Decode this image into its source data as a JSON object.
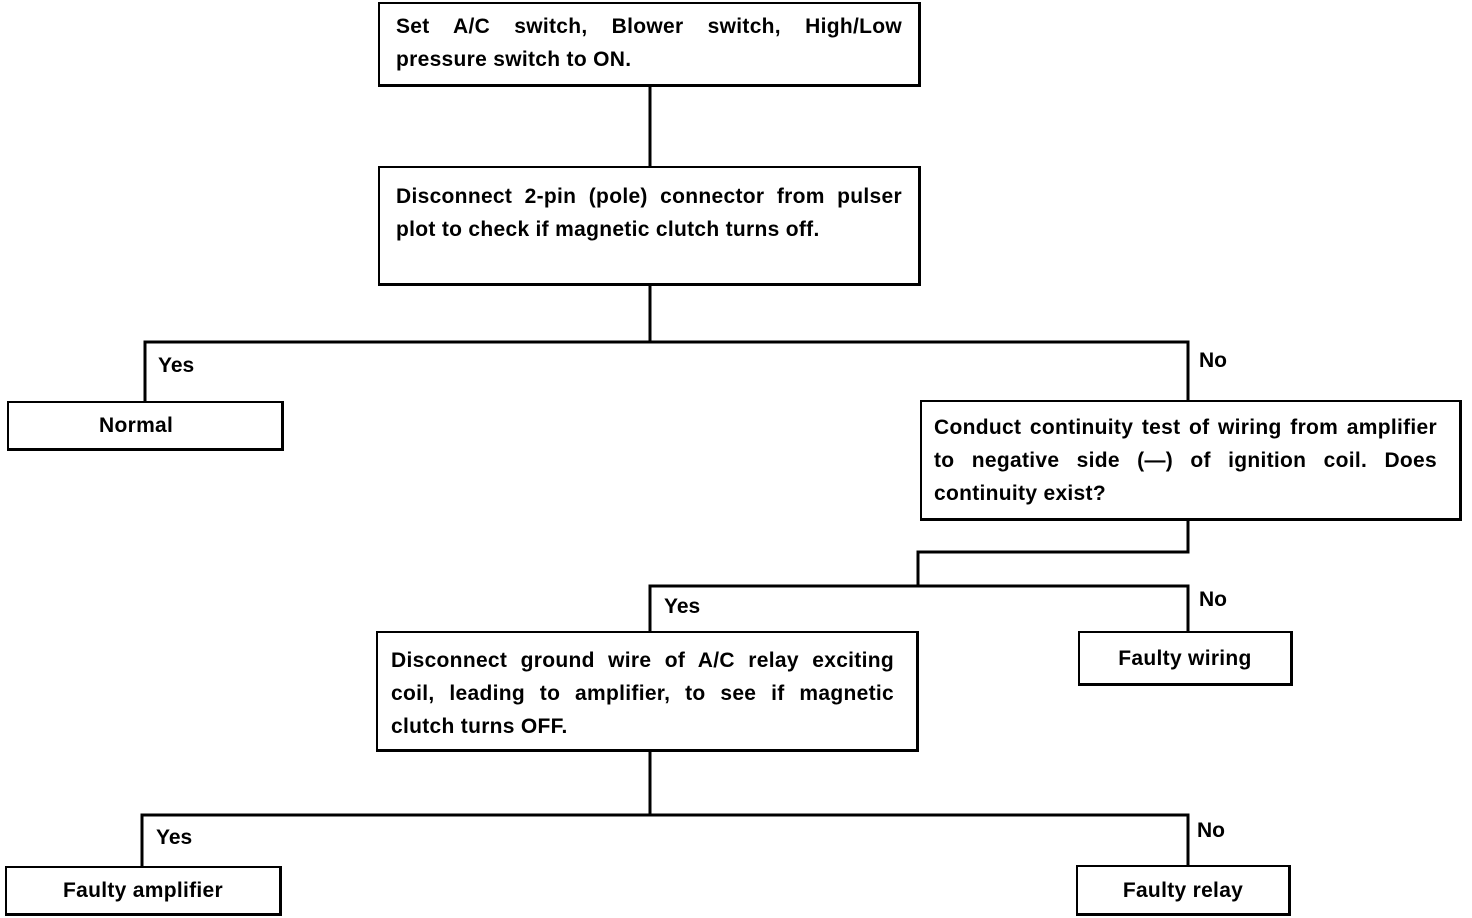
{
  "flowchart": {
    "nodes": {
      "start": "Set A/C switch, Blower switch, High/Low pressure switch to ON.",
      "disconnect_pulser": "Disconnect 2-pin (pole) connector from pulser plot to check if magnetic clutch turns off.",
      "normal": "Normal",
      "continuity_test": "Conduct continuity test of wiring from amplifier to negative side (—) of ignition coil. Does continuity exist?",
      "disconnect_ground": "Disconnect ground wire of A/C relay exciting coil, leading to amplifier, to see if magnetic clutch turns OFF.",
      "faulty_wiring": "Faulty wiring",
      "faulty_amplifier": "Faulty amplifier",
      "faulty_relay": "Faulty relay"
    },
    "branch_labels": {
      "b1_yes": "Yes",
      "b1_no": "No",
      "b2_yes": "Yes",
      "b2_no": "No",
      "b3_yes": "Yes",
      "b3_no": "No"
    },
    "edges": [
      {
        "from": "start",
        "to": "disconnect_pulser",
        "label": ""
      },
      {
        "from": "disconnect_pulser",
        "to": "normal",
        "label": "Yes"
      },
      {
        "from": "disconnect_pulser",
        "to": "continuity_test",
        "label": "No"
      },
      {
        "from": "continuity_test",
        "to": "disconnect_ground",
        "label": "Yes"
      },
      {
        "from": "continuity_test",
        "to": "faulty_wiring",
        "label": "No"
      },
      {
        "from": "disconnect_ground",
        "to": "faulty_amplifier",
        "label": "Yes"
      },
      {
        "from": "disconnect_ground",
        "to": "faulty_relay",
        "label": "No"
      }
    ]
  }
}
